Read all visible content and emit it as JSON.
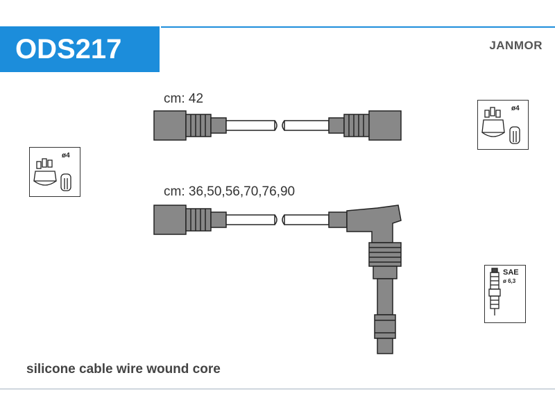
{
  "header": {
    "part_number": "ODS217",
    "brand": "JANMOR"
  },
  "cables": {
    "short_length_label": "cm: 42",
    "long_length_label": "cm: 36,50,56,70,76,90"
  },
  "icons": {
    "left_distributor_count": "ø4",
    "right_coil_count": "ø4",
    "spark_plug_standard": "SAE",
    "spark_plug_diameter": "ø 6,3"
  },
  "footer": {
    "description": "silicone cable wire wound core"
  }
}
